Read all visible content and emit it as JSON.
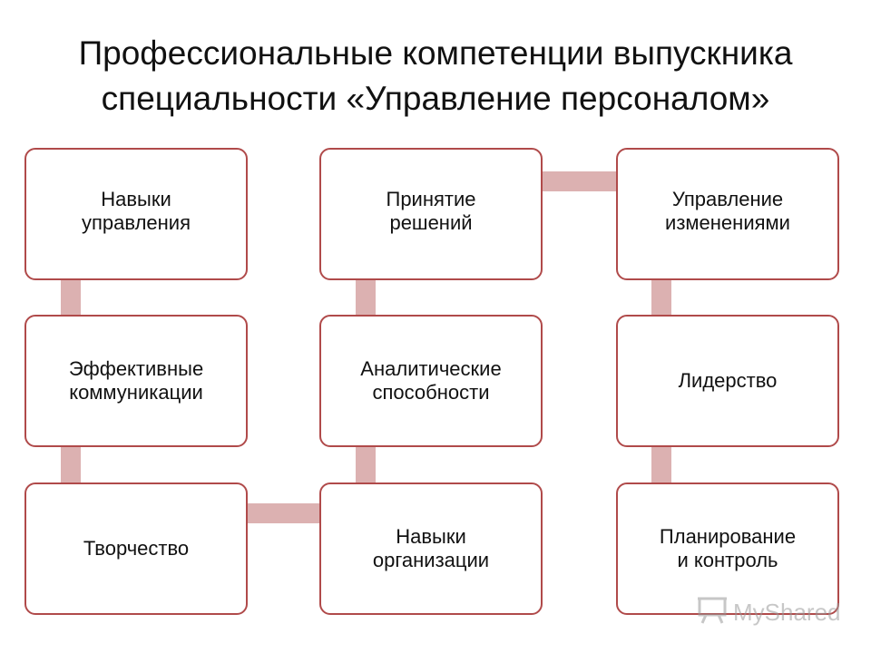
{
  "title": {
    "line1": "Профессиональные компетенции выпускника",
    "line2": "специальности «Управление персоналом»"
  },
  "colors": {
    "box_border": "#b04a4a",
    "connector": "#dcb1b1"
  },
  "columns": [
    {
      "items": [
        "Навыки\nуправления",
        "Эффективные\nкоммуникации",
        "Творчество"
      ]
    },
    {
      "items": [
        "Принятие\nрешений",
        "Аналитические\nспособности",
        "Навыки\nорганизации"
      ]
    },
    {
      "items": [
        "Управление\nизменениями",
        "Лидерство",
        "Планирование\nи контроль"
      ]
    }
  ],
  "watermark": {
    "text": "MyShared",
    "icon": "presentation-board-icon"
  }
}
